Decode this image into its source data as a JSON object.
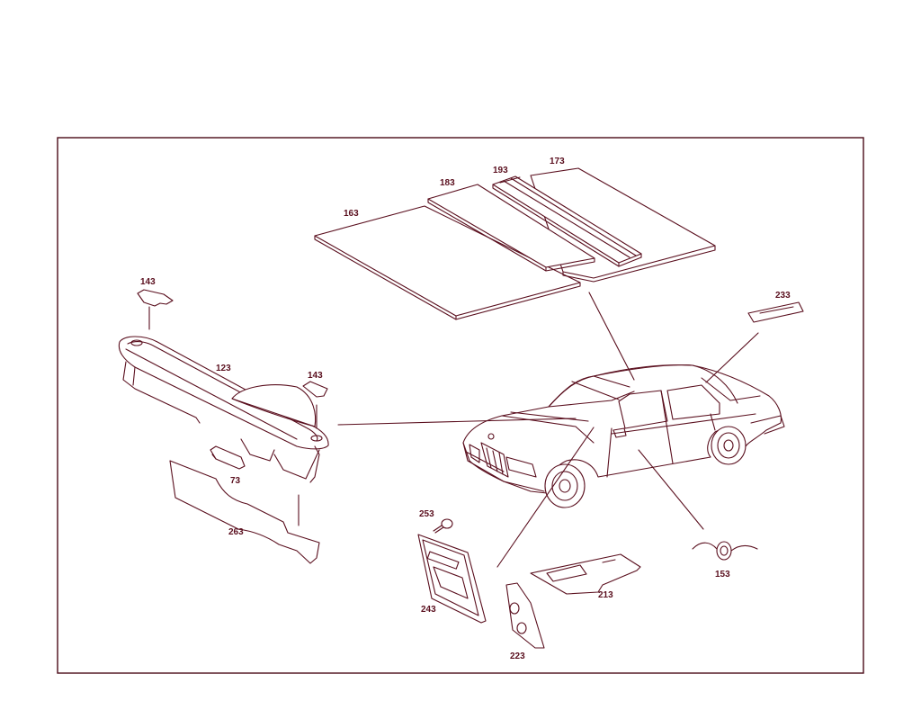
{
  "colors": {
    "ink": "#5a0f1e",
    "frame": "#4a0a18",
    "background": "#ffffff"
  },
  "labels": {
    "p73": "73",
    "p123": "123",
    "p143_left": "143",
    "p143_right": "143",
    "p153": "153",
    "p163": "163",
    "p173": "173",
    "p183": "183",
    "p193": "193",
    "p213": "213",
    "p223": "223",
    "p233": "233",
    "p243": "243",
    "p253": "253",
    "p263": "263"
  }
}
